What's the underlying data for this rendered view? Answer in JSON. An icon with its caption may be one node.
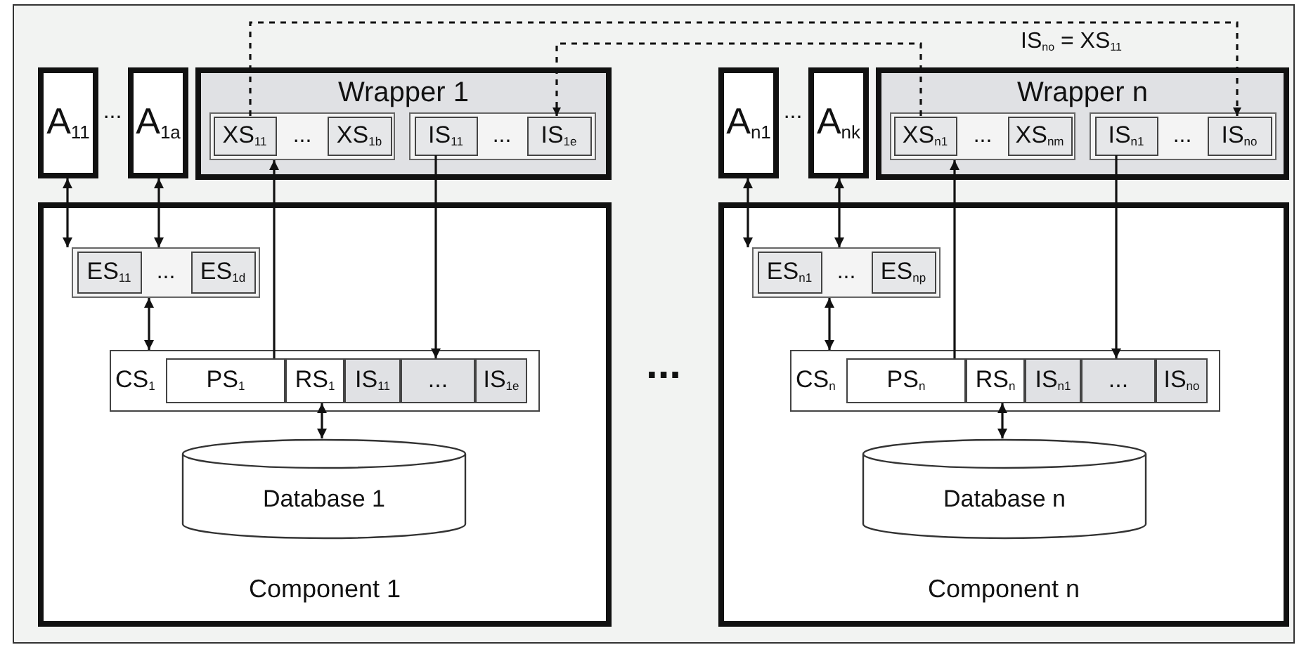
{
  "diagram": {
    "nodes": [
      {
        "text": [
          "A$_{11}$"
        ]
      },
      {
        "text": [
          "A$_{1a}$"
        ]
      },
      {
        "text": [
          "Wrapper 1"
        ]
      },
      {
        "text": [],
        "shape": "box",
        "in": 2
      },
      {
        "text": [
          "XS$_{11}$"
        ],
        "in": 3
      },
      {
        "text": [
          "XS$_{1b}$"
        ],
        "in": 3
      },
      {
        "text": [],
        "shape": "box",
        "in": 2
      },
      {
        "text": [
          "IS$_{11}$"
        ],
        "in": 6
      },
      {
        "text": [
          "IS$_{1e}$"
        ],
        "in": 6
      },
      {
        "text": [
          "Component 1"
        ]
      },
      {
        "text": [],
        "shape": "box",
        "in": 9
      },
      {
        "text": [
          "ES$_{11}$"
        ],
        "in": 10
      },
      {
        "text": [
          "ES$_{1d}$"
        ],
        "in": 10
      },
      {
        "text": [
          "CS$_{1}$"
        ],
        "in": 9
      },
      {
        "text": [
          "PS$_{1}$"
        ],
        "in": 13
      },
      {
        "text": [
          "RS$_{1}$"
        ],
        "in": 13
      },
      {
        "text": [
          "IS$_{11}$"
        ],
        "in": 13
      },
      {
        "text": [
          "..."
        ],
        "in": 13
      },
      {
        "text": [
          "IS$_{1e}$"
        ],
        "in": 13
      },
      {
        "text": [
          "Database 1"
        ],
        "in": 9
      },
      {
        "text": [
          "A$_{n1}$"
        ]
      },
      {
        "text": [
          "A$_{nk}$"
        ]
      },
      {
        "text": [
          "Wrapper n"
        ]
      },
      {
        "text": [],
        "shape": "box",
        "in": 22
      },
      {
        "text": [
          "XS$_{n1}$"
        ],
        "in": 23
      },
      {
        "text": [
          "XS$_{nm}$"
        ],
        "in": 23
      },
      {
        "text": [],
        "shape": "box",
        "in": 22
      },
      {
        "text": [
          "IS$_{n1}$"
        ],
        "in": 26
      },
      {
        "text": [
          "IS$_{no}$"
        ],
        "in": 26
      },
      {
        "text": [
          "Component n"
        ]
      },
      {
        "text": [],
        "shape": "box",
        "in": 29
      },
      {
        "text": [
          "ES$_{n1}$"
        ],
        "in": 30
      },
      {
        "text": [
          "ES$_{np}$"
        ],
        "in": 30
      },
      {
        "text": [
          "CS$_{n}$"
        ],
        "in": 29
      },
      {
        "text": [
          "PS$_{n}$"
        ],
        "in": 33
      },
      {
        "text": [
          "RS$_{n}$"
        ],
        "in": 33
      },
      {
        "text": [
          "IS$_{n1}$"
        ],
        "in": 33
      },
      {
        "text": [
          "..."
        ],
        "in": 33
      },
      {
        "text": [
          "IS$_{no}$"
        ],
        "in": 33
      },
      {
        "text": [
          "Database n"
        ],
        "in": 29
      }
    ],
    "edges": [
      {
        "from": 0,
        "to": 10,
        "arrow": "both"
      },
      {
        "from": 1,
        "to": 10,
        "arrow": "both"
      },
      {
        "from": 10,
        "to": 13,
        "arrow": "both"
      },
      {
        "from": 14,
        "to": 3,
        "arrow": "to"
      },
      {
        "from": 7,
        "to": 17,
        "arrow": "to"
      },
      {
        "from": 15,
        "to": 19,
        "arrow": "both"
      },
      {
        "from": 20,
        "to": 30,
        "arrow": "both"
      },
      {
        "from": 21,
        "to": 30,
        "arrow": "both"
      },
      {
        "from": 30,
        "to": 33,
        "arrow": "both"
      },
      {
        "from": 34,
        "to": 23,
        "arrow": "to"
      },
      {
        "from": 27,
        "to": 37,
        "arrow": "to"
      },
      {
        "from": 35,
        "to": 39,
        "arrow": "both"
      },
      {
        "from": 4,
        "to": 28,
        "arrow": "to",
        "style": "dashed"
      },
      {
        "from": 24,
        "to": 8,
        "arrow": "to",
        "style": "dashed"
      }
    ],
    "labels": [
      "IS$_{no}$ = XS$_{11}$",
      "...",
      "...",
      "...",
      "...",
      "...",
      "...",
      "...",
      "...",
      "..."
    ]
  }
}
